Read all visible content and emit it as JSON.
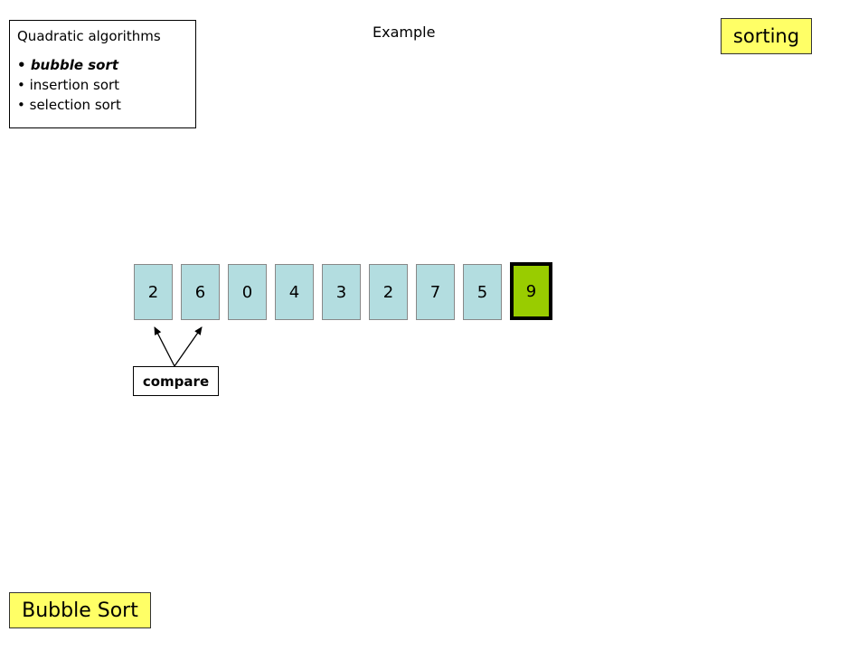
{
  "topics": {
    "heading": "Quadratic algorithms",
    "items": [
      {
        "label": "bubble sort",
        "current": true
      },
      {
        "label": "insertion sort",
        "current": false
      },
      {
        "label": "selection sort",
        "current": false
      }
    ]
  },
  "example_label": "Example",
  "section_badge": "sorting",
  "array": {
    "values": [
      "2",
      "6",
      "0",
      "4",
      "3",
      "2",
      "7",
      "5",
      "9"
    ],
    "sorted_from_index": 8,
    "cell_color": "#b3dde0",
    "sorted_color": "#99cc00"
  },
  "compare": {
    "label": "compare",
    "indices": [
      0,
      1
    ]
  },
  "slide_title": "Bubble Sort",
  "badge_color": "#ffff66"
}
